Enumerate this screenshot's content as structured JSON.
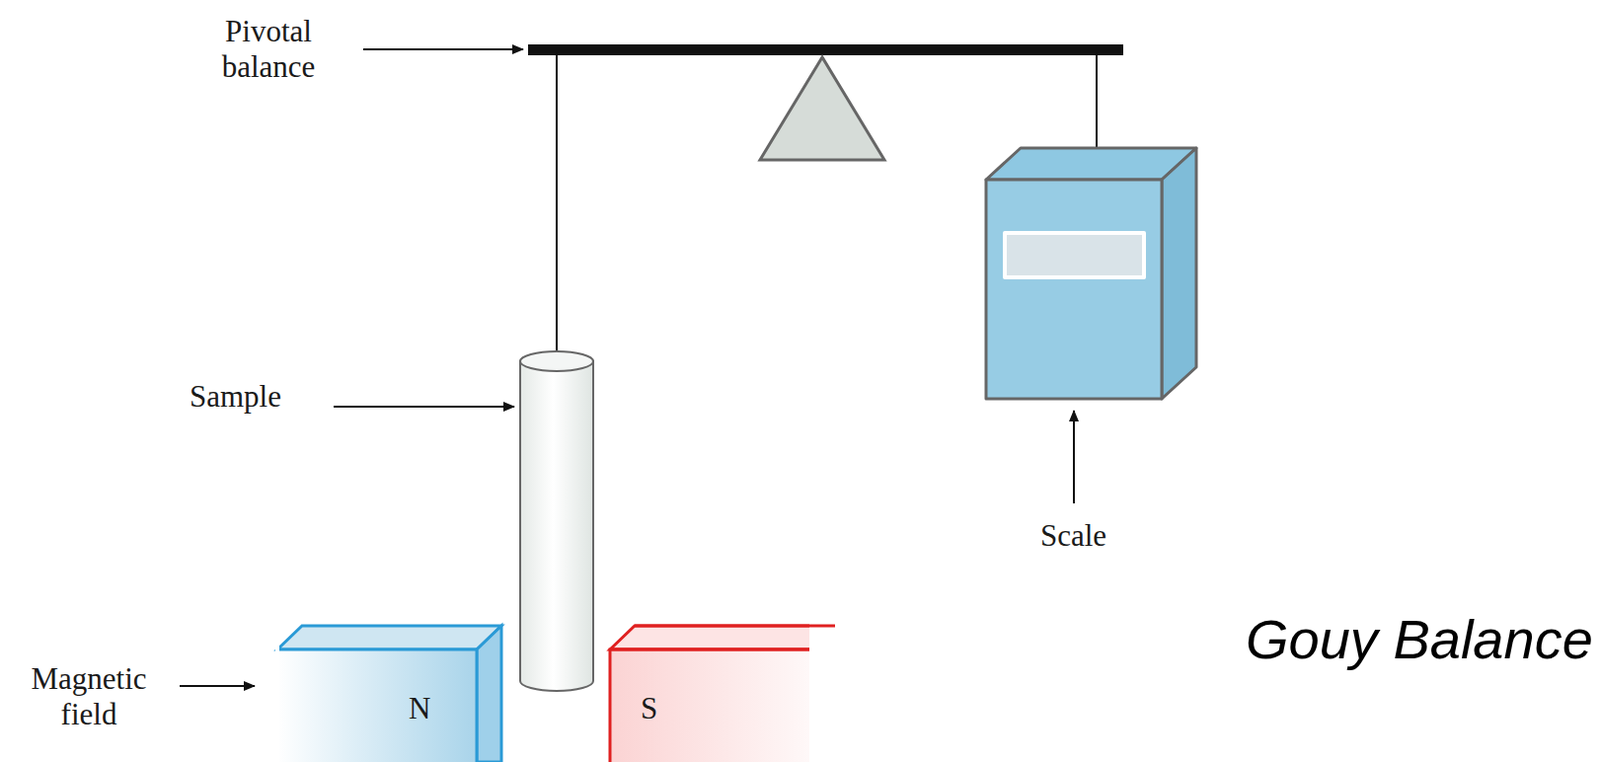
{
  "diagram": {
    "title": "Gouy Balance",
    "nodes": [
      {
        "text": [
          "N"
        ]
      },
      {
        "text": [
          "S"
        ]
      }
    ],
    "labels": [
      "Pivotal balance",
      "Sample",
      "Scale",
      "Magnetic field"
    ]
  }
}
